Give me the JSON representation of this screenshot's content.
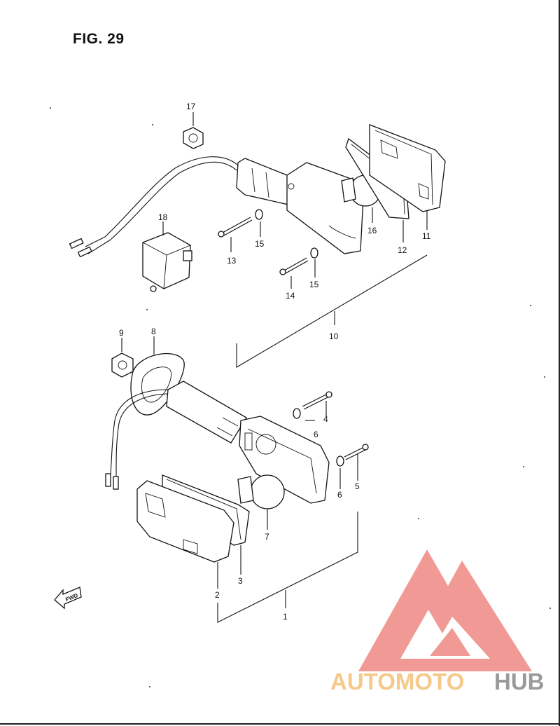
{
  "figure": {
    "title": "FIG. 29",
    "fwd_label": "FWD"
  },
  "callouts": {
    "c1": "1",
    "c2": "2",
    "c3": "3",
    "c4": "4",
    "c5": "5",
    "c6a": "6",
    "c6b": "6",
    "c7": "7",
    "c8": "8",
    "c9": "9",
    "c10": "10",
    "c11": "11",
    "c12": "12",
    "c13": "13",
    "c14": "14",
    "c15a": "15",
    "c15b": "15",
    "c16": "16",
    "c17": "17",
    "c18": "18"
  },
  "watermark": {
    "part1": "AUTOMOTO",
    "part2": "HUB",
    "accent_color": "#f0908a",
    "text_color_1": "#f6c98a",
    "text_color_2": "#9a9a9a"
  }
}
